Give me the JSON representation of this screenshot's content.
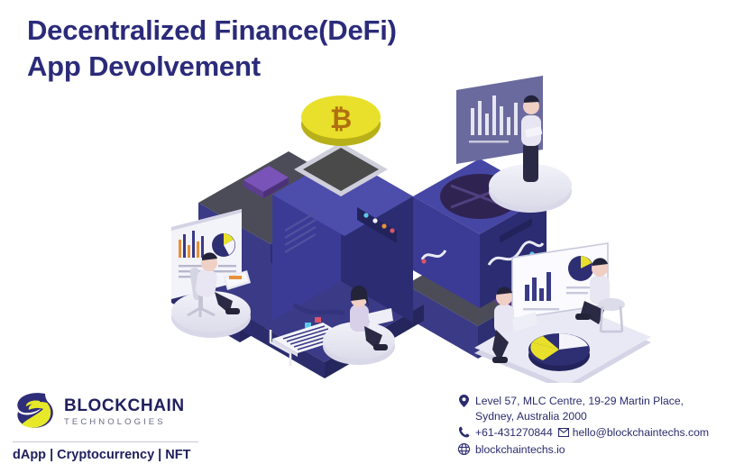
{
  "banner": {
    "background_color": "#ffffff",
    "title": {
      "line1": "Decentralized Finance(DeFi)",
      "line2": "App Devolvement",
      "color": "#2b2b7a"
    }
  },
  "illustration": {
    "description": "Isometric blockchain mining machine with bitcoin coin, circuit board platforms, data panels and people working on laptops",
    "colors": {
      "machine_body": "#3c3c96",
      "machine_dark": "#2a2a6e",
      "machine_light": "#4d4dab",
      "board_top": "#4a4a56",
      "chip_purple": "#6b3fa0",
      "coin_yellow": "#e8e02a",
      "coin_symbol": "#b07010",
      "fan_dark": "#2f2352",
      "platform_white": "#e8e8f2",
      "panel_navy": "#4b4b85",
      "accent_orange": "#e8903a",
      "skin": "#f0cfc4",
      "shirt": "#e6e4f0",
      "trousers": "#2a2a44"
    },
    "elements": {
      "coin_symbol": "bitcoin-symbol",
      "screen_label": "machine-screen",
      "fan_label": "cooling-fan",
      "chart_panel_top_right": "bar-chart-panel",
      "dashboard_left": "analytics-dashboard",
      "pie_chart_bottom_right": "pie-chart",
      "document_center": "document-sheet"
    }
  },
  "logo": {
    "mark_name": "blockchain-swirl-mark",
    "mark_colors": {
      "navy": "#2d2d7a",
      "yellow": "#e8e82a"
    },
    "name": "BLOCKCHAIN",
    "subtitle": "TECHNOLOGIES",
    "tagline": "dApp | Cryptocurrency | NFT"
  },
  "contact": {
    "address_line1": "Level 57, MLC Centre, 19-29 Martin Place,",
    "address_line2": "Sydney, Australia 2000",
    "phone": "+61-431270844",
    "email": "hello@blockchaintechs.com",
    "website": "blockchaintechs.io",
    "icons": {
      "address": "map-pin-icon",
      "phone": "phone-icon",
      "email": "envelope-icon",
      "website": "globe-icon"
    }
  }
}
